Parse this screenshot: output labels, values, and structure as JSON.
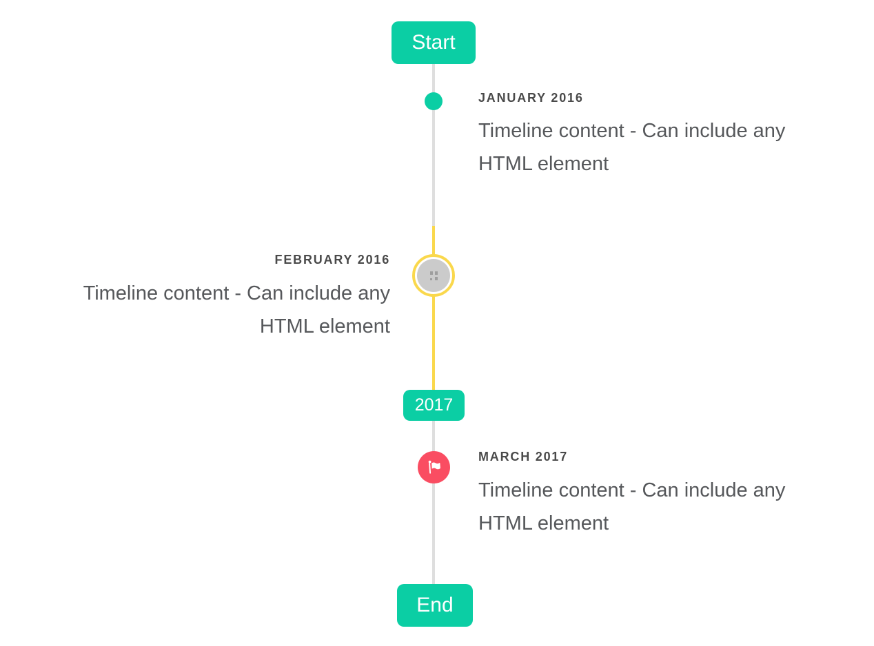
{
  "colors": {
    "accent_teal": "#0BCEA4",
    "line_gray": "#DEDEDE",
    "segment_yellow": "#FAD84C",
    "flag_red": "#FA4D62",
    "placeholder_gray": "#CBCBCB",
    "label_text": "#4A4A4A",
    "body_text": "#56585B",
    "badge_text": "#FFFFFF",
    "background": "#FFFFFF"
  },
  "timeline": {
    "start_badge_label": "Start",
    "year_badge_label": "2017",
    "end_badge_label": "End",
    "items": [
      {
        "label": "JANUARY 2016",
        "content": "Timeline content - Can include any HTML element",
        "side": "right",
        "marker": "teal-dot"
      },
      {
        "label": "FEBRUARY 2016",
        "content": "Timeline content - Can include any HTML element",
        "side": "left",
        "marker": "image-placeholder-with-yellow-ring"
      },
      {
        "label": "MARCH 2017",
        "content": "Timeline content - Can include any HTML element",
        "side": "right",
        "marker": "red-flag-circle"
      }
    ],
    "icons": {
      "flag": "flag-icon",
      "placeholder": "broken-image-placeholder-icon"
    }
  }
}
